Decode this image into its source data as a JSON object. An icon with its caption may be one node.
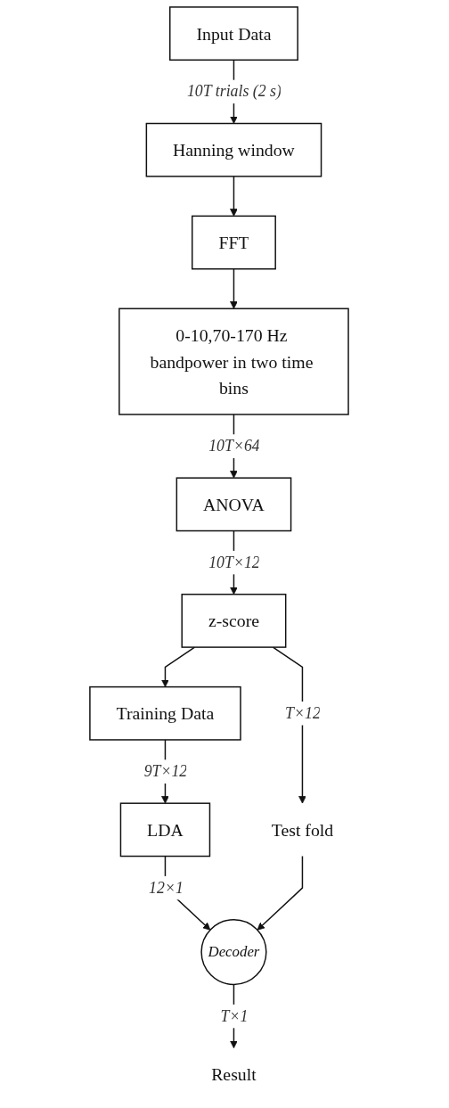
{
  "diagram": {
    "nodes": [
      {
        "text": [
          "Input Data"
        ]
      },
      {
        "text": [
          "Hanning window"
        ]
      },
      {
        "text": [
          "FFT"
        ]
      },
      {
        "text": [
          "0-10,70-170 Hz bandpower in two time bins"
        ]
      },
      {
        "text": [
          "ANOVA"
        ]
      },
      {
        "text": [
          "z-score"
        ]
      },
      {
        "text": [
          "Training Data"
        ]
      },
      {
        "text": [
          "LDA"
        ]
      },
      {
        "text": [
          "Decoder"
        ]
      },
      {
        "text": [
          "Test fold"
        ]
      },
      {
        "text": [
          "Result"
        ]
      }
    ],
    "edges": [
      {
        "from": 0,
        "to": 1,
        "arrow": "to",
        "label": "10T trials (2 s)"
      },
      {
        "from": 1,
        "to": 2,
        "arrow": "to"
      },
      {
        "from": 2,
        "to": 3,
        "arrow": "to"
      },
      {
        "from": 3,
        "to": 4,
        "arrow": "to",
        "label": "10T×64"
      },
      {
        "from": 4,
        "to": 5,
        "arrow": "to",
        "label": "10T×12"
      },
      {
        "from": 5,
        "to": 6,
        "arrow": "to"
      },
      {
        "from": 5,
        "to": 9,
        "arrow": "to",
        "label": "T×12"
      },
      {
        "from": 6,
        "to": 7,
        "arrow": "to",
        "label": "9T×12"
      },
      {
        "from": 7,
        "to": 8,
        "arrow": "to",
        "label": "12×1"
      },
      {
        "from": 9,
        "to": 8,
        "arrow": "to"
      },
      {
        "from": 8,
        "to": 10,
        "arrow": "to",
        "label": "T×1"
      }
    ]
  }
}
